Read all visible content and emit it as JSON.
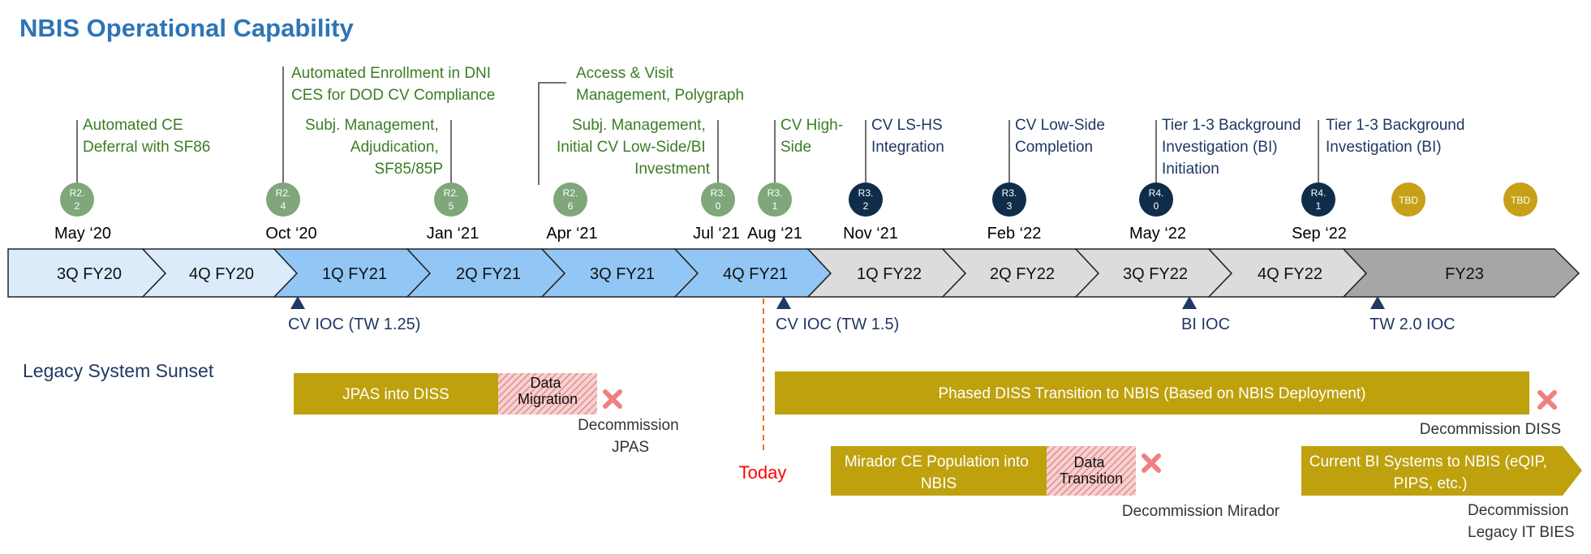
{
  "title": "NBIS Operational Capability",
  "colors": {
    "title": "#2e75b6",
    "green_text": "#3b7d23",
    "navy_text": "#1f3864",
    "release_green": "#7fa77a",
    "release_navy": "#0f2d4a",
    "tbd_gold": "#c8a018",
    "phase_past": "#dcebfa",
    "phase_current": "#92c6f4",
    "phase_future": "#dcdcdc",
    "phase_fy23": "#a6a6a6",
    "bar_gold": "#bfa10e",
    "today_red": "#ff0000",
    "decommission_pink": "#f08080"
  },
  "releases": [
    {
      "label": "R2.\n2",
      "color": "green"
    },
    {
      "label": "R2.\n4",
      "color": "green"
    },
    {
      "label": "R2.\n5",
      "color": "green"
    },
    {
      "label": "R2.\n6",
      "color": "green"
    },
    {
      "label": "R3.\n0",
      "color": "green"
    },
    {
      "label": "R3.\n1",
      "color": "green"
    },
    {
      "label": "R3.\n2",
      "color": "navy"
    },
    {
      "label": "R3.\n3",
      "color": "navy"
    },
    {
      "label": "R4.\n0",
      "color": "navy"
    },
    {
      "label": "R4.\n1",
      "color": "navy"
    },
    {
      "label": "TBD",
      "color": "gold"
    },
    {
      "label": "TBD",
      "color": "gold"
    }
  ],
  "dates": [
    "May ‘20",
    "Oct ‘20",
    "Jan ‘21",
    "Apr ‘21",
    "Jul ‘21",
    "Aug ‘21",
    "Nov ‘21",
    "Feb ‘22",
    "May ‘22",
    "Sep ‘22"
  ],
  "annotations": [
    [
      "Automated CE",
      "Deferral with SF86"
    ],
    [
      "Automated Enrollment in DNI",
      "CES for DOD CV Compliance"
    ],
    [
      "Subj. Management,",
      "Adjudication,",
      "SF85/85P"
    ],
    [
      "Access & Visit",
      "Management, Polygraph"
    ],
    [
      "Subj. Management,",
      "Initial CV Low-Side/BI",
      "Investment"
    ],
    [
      "CV High-",
      "Side"
    ],
    [
      "CV LS-HS",
      "Integration"
    ],
    [
      "CV Low-Side",
      "Completion"
    ],
    [
      "Tier 1-3 Background",
      "Investigation (BI)",
      "Initiation"
    ],
    [
      "Tier 1-3 Background",
      "Investigation (BI)"
    ]
  ],
  "phases": [
    "3Q FY20",
    "4Q FY20",
    "1Q FY21",
    "2Q FY21",
    "3Q FY21",
    "4Q FY21",
    "1Q FY22",
    "2Q FY22",
    "3Q FY22",
    "4Q FY22",
    "FY23"
  ],
  "milestones": [
    "CV IOC (TW 1.25)",
    "CV IOC (TW 1.5)",
    "BI IOC",
    "TW 2.0 IOC"
  ],
  "legacy": {
    "heading": "Legacy System Sunset",
    "today": "Today",
    "jpas_bar": "JPAS into DISS",
    "jpas_hatch": [
      "Data",
      "Migration"
    ],
    "jpas_decom": [
      "Decommission",
      "JPAS"
    ],
    "diss_bar": "Phased DISS Transition to NBIS (Based on NBIS Deployment)",
    "diss_decom": "Decommission DISS",
    "mirador_bar": [
      "Mirador CE Population into",
      "NBIS"
    ],
    "mirador_hatch": [
      "Data",
      "Transition"
    ],
    "mirador_decom": "Decommission Mirador",
    "bi_bar": [
      "Current BI Systems to NBIS (eQIP,",
      "PIPS, etc.)"
    ],
    "bi_decom": [
      "Decommission",
      "Legacy IT BIES"
    ]
  }
}
